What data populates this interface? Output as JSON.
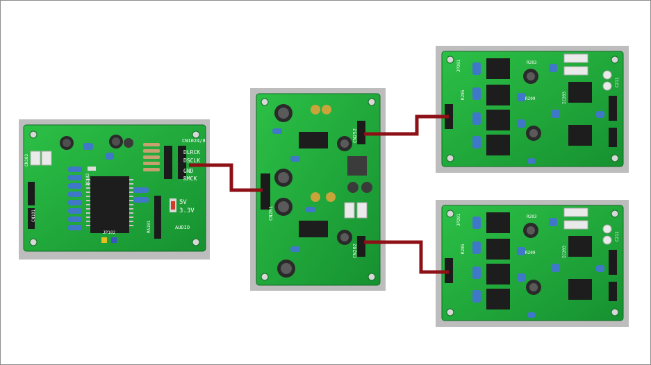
{
  "board_main": {
    "labels": {
      "lrck": "DLRCK",
      "dsclk": "DSCLK",
      "gnd": "GND",
      "rmck": "RMCK",
      "cn": "CN1024/8",
      "v5": "5V",
      "v33": "3.3V",
      "audio": "AUDIO",
      "jp102": "JP102",
      "ic102": "IC102",
      "cn101": "CN101",
      "cn103": "CN103",
      "r101": "RA101"
    }
  },
  "board_mid": {
    "labels": {
      "cn201": "CN201",
      "cn252": "CN252",
      "cn202": "CN202"
    }
  },
  "board_right": {
    "labels": {
      "r203": "R203",
      "r205": "R205",
      "r209": "R209",
      "c211": "C211",
      "ic203": "IC203",
      "jp201": "JP201"
    }
  },
  "colors": {
    "pcb": "#1fae3a",
    "pcb_dark": "#178a2c",
    "wire": "#8e1016",
    "photo_bg": "#bdbdbd",
    "frame": "#8c8c8c"
  }
}
